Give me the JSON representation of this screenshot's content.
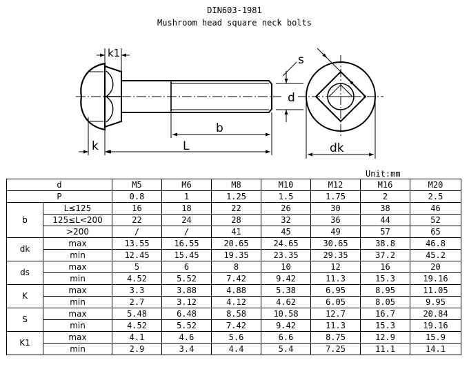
{
  "title": "DIN603-1981",
  "subtitle": "Mushroom head square neck bolts",
  "drawing_labels": {
    "k1": "k1",
    "b": "b",
    "k": "k",
    "L": "L",
    "s": "s",
    "d": "d",
    "dk": "dk"
  },
  "unit": "Unit:mm",
  "columns": [
    "M5",
    "M6",
    "M8",
    "M10",
    "M12",
    "M16",
    "M20"
  ],
  "row_header_d": "d",
  "rows": [
    {
      "group": "P",
      "sub": "",
      "values": [
        "0.8",
        "1",
        "1.25",
        "1.5",
        "1.75",
        "2",
        "2.5"
      ]
    },
    {
      "group": "b",
      "sub": "L≤125",
      "values": [
        "16",
        "18",
        "22",
        "26",
        "30",
        "38",
        "46"
      ]
    },
    {
      "group": "",
      "sub": "125≤L<200",
      "values": [
        "22",
        "24",
        "28",
        "32",
        "36",
        "44",
        "52"
      ]
    },
    {
      "group": "",
      "sub": ">200",
      "values": [
        "/",
        "/",
        "41",
        "45",
        "49",
        "57",
        "65"
      ]
    },
    {
      "group": "dk",
      "sub": "max",
      "values": [
        "13.55",
        "16.55",
        "20.65",
        "24.65",
        "30.65",
        "38.8",
        "46.8"
      ]
    },
    {
      "group": "",
      "sub": "min",
      "values": [
        "12.45",
        "15.45",
        "19.35",
        "23.35",
        "29.35",
        "37.2",
        "45.2"
      ]
    },
    {
      "group": "ds",
      "sub": "max",
      "values": [
        "5",
        "6",
        "8",
        "10",
        "12",
        "16",
        "20"
      ]
    },
    {
      "group": "",
      "sub": "min",
      "values": [
        "4.52",
        "5.52",
        "7.42",
        "9.42",
        "11.3",
        "15.3",
        "19.16"
      ]
    },
    {
      "group": "K",
      "sub": "max",
      "values": [
        "3.3",
        "3.88",
        "4.88",
        "5.38",
        "6.95",
        "8.95",
        "11.05"
      ]
    },
    {
      "group": "",
      "sub": "min",
      "values": [
        "2.7",
        "3.12",
        "4.12",
        "4.62",
        "6.05",
        "8.05",
        "9.95"
      ]
    },
    {
      "group": "S",
      "sub": "max",
      "values": [
        "5.48",
        "6.48",
        "8.58",
        "10.58",
        "12.7",
        "16.7",
        "20.84"
      ]
    },
    {
      "group": "",
      "sub": "min",
      "values": [
        "4.52",
        "5.52",
        "7.42",
        "9.42",
        "11.3",
        "15.3",
        "19.16"
      ]
    },
    {
      "group": "K1",
      "sub": "max",
      "values": [
        "4.1",
        "4.6",
        "5.6",
        "6.6",
        "8.75",
        "12.9",
        "15.9"
      ]
    },
    {
      "group": "",
      "sub": "min",
      "values": [
        "2.9",
        "3.4",
        "4.4",
        "5.4",
        "7.25",
        "11.1",
        "14.1"
      ]
    }
  ]
}
